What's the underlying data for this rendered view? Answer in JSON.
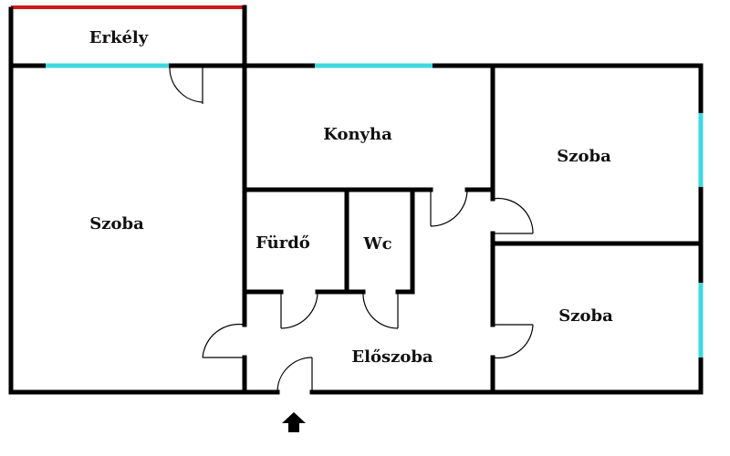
{
  "rooms": {
    "balcony": "Erkély",
    "kitchen": "Konyha",
    "living_room": "Szoba",
    "room_upper_right": "Szoba",
    "bathroom": "Fürdő",
    "toilet": "Wc",
    "room_lower_right": "Szoba",
    "hallway": "Előszoba"
  },
  "colors": {
    "wall": "#000000",
    "window": "#40d8e0",
    "balcony_railing": "#d01818"
  },
  "icons": {
    "entrance": "entrance-arrow-icon"
  }
}
